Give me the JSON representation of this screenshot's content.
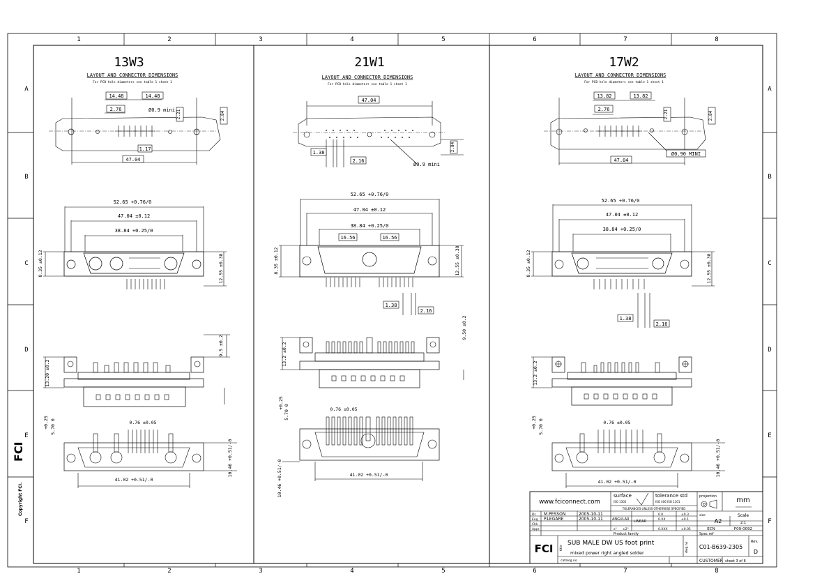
{
  "border": {
    "columns": [
      "1",
      "2",
      "3",
      "4",
      "5",
      "6",
      "7",
      "8"
    ],
    "rows": [
      "A",
      "B",
      "C",
      "D",
      "E",
      "F"
    ]
  },
  "views": [
    {
      "name": "13W3",
      "subtitle": "LAYOUT AND CONNECTOR DIMENSIONS",
      "note": "For PCB hole diameters see table 1 sheet 1",
      "layout_dims": [
        "14.48",
        "14.48",
        "2.76",
        "Ø0.9 mini",
        "2.21",
        "2.84",
        "1.17",
        "47.04"
      ],
      "connector_dims": [
        "52.65 +0.76/0",
        "47.04 ±0.12",
        "38.84 +0.25/0",
        "8.35 ±0.12",
        "12.55 ±0.38"
      ],
      "side_dims": [
        "9.5 ±0.2",
        "13.20 ±0.2",
        "+0.25",
        "5.70 0",
        "0.76 ±0.05",
        "10.46 +0.51/-0",
        "41.02 +0.51/-0"
      ]
    },
    {
      "name": "21W1",
      "subtitle": "LAYOUT AND CONNECTOR DIMENSIONS",
      "note": "For PCB hole diameters see table 1 sheet 1",
      "layout_dims": [
        "47.04",
        "1.38",
        "2.16",
        "Ø0.9 mini",
        "2.84"
      ],
      "connector_dims": [
        "52.65 +0.76/0",
        "47.04 ±0.12",
        "38.84 +0.25/0",
        "16.56",
        "16.56",
        "8.35 ±0.12",
        "12.55 ±0.38",
        "1.38",
        "2.16",
        "9.50 ±0.2"
      ],
      "side_dims": [
        "13.2 ±0.2",
        "+0.25",
        "5.70 0",
        "0.76 ±0.05",
        "10.46 +0.51/-0",
        "41.02 +0.51/-0"
      ]
    },
    {
      "name": "17W2",
      "subtitle": "LAYOUT AND CONNECTOR DIMENSIONS",
      "note": "For PCB hole diameters see table 1 sheet 1",
      "layout_dims": [
        "13.82",
        "13.82",
        "2.76",
        "2.21",
        "2.84",
        "Ø0.90 MINI",
        "47.04"
      ],
      "connector_dims": [
        "52.65 +0.76/0",
        "47.04 ±0.12",
        "38.84 +0.25/0",
        "8.35 ±0.12",
        "12.55 ±0.38",
        "1.38",
        "2.16"
      ],
      "side_dims": [
        "13.2 ±0.2",
        "+0.25",
        "5.70 0",
        "0.76 ±0.05",
        "10.46 +0.51/-0",
        "41.02 +0.51/-0"
      ]
    }
  ],
  "title_block": {
    "website": "www.fciconnect.com",
    "surface": "surface",
    "surface_std": "ISO 1302",
    "tolerance_std": "tolerance std",
    "tolerance_iso": "ISO 406   ISO 1101",
    "tolerances_note": "TOLERANCES UNLESS OTHERWISE SPECIFIED",
    "projection": "projection",
    "units": "mm",
    "dr_label": "Dr.",
    "dr_name": "M.PESSON",
    "dr_date": "2005-10-11",
    "eng_label": "Eng",
    "eng_name": "P.LEGARE",
    "eng_date": "2005-10-11",
    "chk_label": "Chk",
    "appr_label": "Appr",
    "angular": "ANGULAR",
    "linear": "LINEAR",
    "tol_rows": [
      [
        "0.0",
        "±0.3"
      ],
      [
        "0.XX",
        "±0.1"
      ],
      [
        "0.XXX",
        "±0.05"
      ]
    ],
    "angle_row": [
      "x°",
      "±2°"
    ],
    "size_label": "size",
    "size": "A2",
    "scale_label": "Scale",
    "scale": "2:1",
    "ecn_label": "ECN",
    "ecn": "F09-0092",
    "spec_ref": "Spec ref",
    "product_family": "Product family",
    "title_label": "title",
    "title_line1": "SUB MALE DW US foot print",
    "title_line2": "mixed power right angled solder",
    "catalog": "catalog no",
    "dwg_label": "dwg no",
    "dwg_no": "C01-B639-2305",
    "rev_label": "Rev.",
    "rev": "D",
    "customer": "CUSTOMER",
    "sheet": "sheet 3 of 6",
    "logo": "FCI",
    "copyright": "Copyright FCI."
  },
  "colors": {
    "line": "#000000",
    "background": "#ffffff"
  }
}
